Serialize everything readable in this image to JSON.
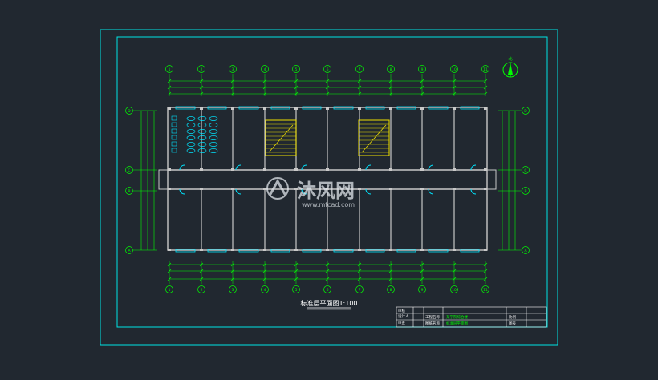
{
  "drawing": {
    "title": "标准层平面图1:100",
    "north_label": "北",
    "watermark_name": "沐风网",
    "watermark_url": "www.mfcad.com",
    "colors": {
      "background": "#212830",
      "frame": "#00e5e5",
      "axis": "#00ff00",
      "wall": "#c8c8c8",
      "window": "#00e5ff",
      "stair": "#f0e000",
      "text": "#ffffff"
    }
  },
  "axes_horizontal": [
    "1",
    "2",
    "3",
    "4",
    "5",
    "6",
    "7",
    "8",
    "9",
    "10",
    "11"
  ],
  "axes_vertical": [
    "D",
    "C",
    "B",
    "A"
  ],
  "title_block": {
    "designer_label": "设计人",
    "checker_label": "审查",
    "approver_label": "审核",
    "project_label": "工程名称",
    "project_name": "某学院综合楼",
    "drawing_label": "图纸名称",
    "drawing_name": "标准层平面图",
    "scale_label": "比例",
    "number_label": "图号"
  }
}
